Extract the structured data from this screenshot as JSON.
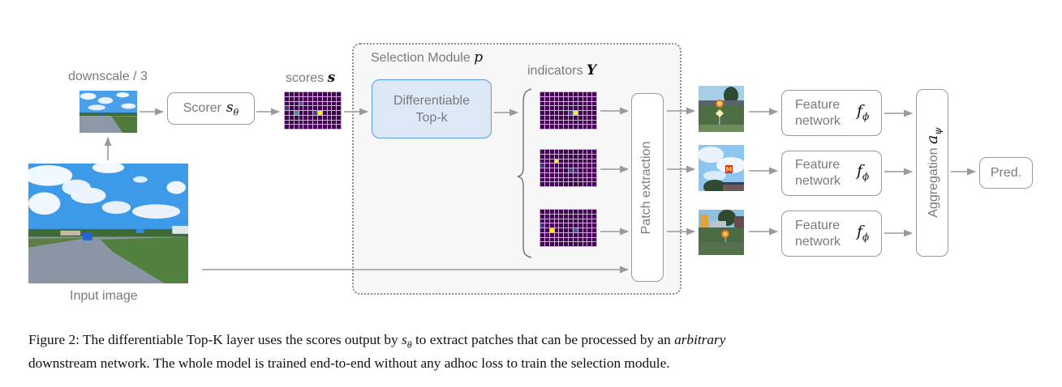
{
  "figure": {
    "labels": {
      "downscale": "downscale / 3",
      "input_image": "Input image",
      "scores": "scores",
      "scores_symbol": "s",
      "selection_module": "Selection Module",
      "selection_module_symbol": "p",
      "indicators": "indicators",
      "indicators_symbol": "Y"
    },
    "nodes": {
      "scorer": {
        "label": "Scorer",
        "symbol": "s",
        "subscript": "θ"
      },
      "topk": {
        "line1": "Differentiable",
        "line2": "Top-k"
      },
      "patch_extraction": {
        "label": "Patch extraction"
      },
      "feature_networks": [
        {
          "line1": "Feature",
          "line2": "network",
          "symbol": "f",
          "subscript": "ϕ"
        },
        {
          "line1": "Feature",
          "line2": "network",
          "symbol": "f",
          "subscript": "ϕ"
        },
        {
          "line1": "Feature",
          "line2": "network",
          "symbol": "f",
          "subscript": "ϕ"
        }
      ],
      "aggregation": {
        "label": "Aggregation",
        "symbol": "a",
        "subscript": "ψ"
      },
      "prediction": {
        "label": "Pred."
      }
    },
    "heatmaps": {
      "rows": 8,
      "cols": 12,
      "base_color": "#440154",
      "scores": [
        {
          "row": 2,
          "col": 3,
          "color": "#3b5a8a"
        },
        {
          "row": 3,
          "col": 0,
          "color": "#46337e"
        },
        {
          "row": 4,
          "col": 2,
          "color": "#2aa57a"
        },
        {
          "row": 4,
          "col": 6,
          "color": "#414487"
        },
        {
          "row": 4,
          "col": 7,
          "color": "#fde725"
        }
      ],
      "indicators": [
        [
          {
            "row": 4,
            "col": 6,
            "color": "#414487"
          },
          {
            "row": 4,
            "col": 7,
            "color": "#fde725"
          }
        ],
        [
          {
            "row": 2,
            "col": 3,
            "color": "#fde725"
          },
          {
            "row": 3,
            "col": 0,
            "color": "#46337e"
          },
          {
            "row": 4,
            "col": 6,
            "color": "#414487"
          },
          {
            "row": 4,
            "col": 7,
            "color": "#482878"
          }
        ],
        [
          {
            "row": 3,
            "col": 0,
            "color": "#46337e"
          },
          {
            "row": 4,
            "col": 2,
            "color": "#fde725"
          },
          {
            "row": 4,
            "col": 7,
            "color": "#3b5a8a"
          }
        ]
      ]
    },
    "patches": [
      {
        "description": "road sign with speed limit and yield sign"
      },
      {
        "description": "McDonald's sign against sky"
      },
      {
        "description": "speed limit sign in field"
      }
    ],
    "colors": {
      "topk_fill": "#dde8f7",
      "topk_border": "#5b9ae8",
      "arrow": "#9a9a9a",
      "module_bg": "#f7f7f7"
    }
  },
  "caption": {
    "prefix": "Figure 2: The differentiable Top-K layer uses the scores output by ",
    "symbol": "s",
    "subscript": "θ",
    "middle": " to extract patches that can be processed by an ",
    "emphasis": "arbitrary",
    "line2": "downstream network. The whole model is trained end-to-end without any adhoc loss to train the selection module."
  }
}
